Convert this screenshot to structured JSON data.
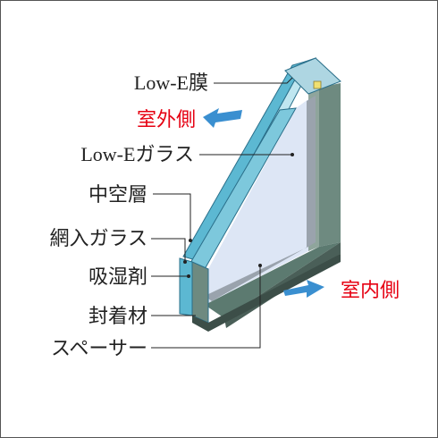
{
  "labels": {
    "low_e_film": "Low-E膜",
    "outdoor_side": "室外側",
    "low_e_glass": "Low-Eガラス",
    "hollow_layer": "中空層",
    "wired_glass": "網入ガラス",
    "desiccant": "吸湿剤",
    "sealant": "封着材",
    "spacer": "スペーサー",
    "indoor_side": "室内側"
  },
  "colors": {
    "side_label": "#e60012",
    "arrow": "#3a8fd0",
    "glass_face": "#dde6f5",
    "glass_edge": "#5cb8d2",
    "frame_side": "#6e8a80",
    "frame_dark": "#4a5f58",
    "spacer": "#9aa3ad",
    "desiccant": "#f0e070",
    "text": "#222222"
  }
}
